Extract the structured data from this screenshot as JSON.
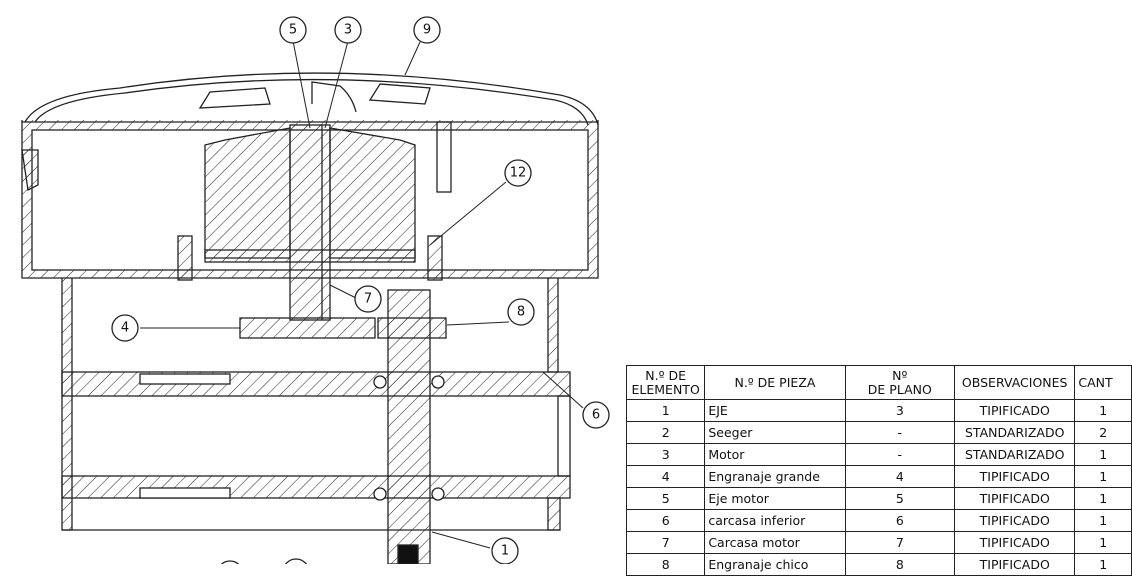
{
  "balloons": {
    "b5": "5",
    "b3": "3",
    "b9": "9",
    "b12": "12",
    "b7": "7",
    "b8": "8",
    "b4": "4",
    "b6": "6",
    "b1": "1"
  },
  "bom": {
    "headers": {
      "element_line1": "N.º DE",
      "element_line2": "ELEMENTO",
      "part": "N.º DE PIEZA",
      "plan_line1": "Nº",
      "plan_line2": "DE PLANO",
      "observations": "OBSERVACIONES",
      "quantity": "CANT"
    },
    "rows": [
      {
        "n": "1",
        "part": "EJE",
        "plan": "3",
        "obs": "TIPIFICADO",
        "qty": "1"
      },
      {
        "n": "2",
        "part": "Seeger",
        "plan": "-",
        "obs": "STANDARIZADO",
        "qty": "2"
      },
      {
        "n": "3",
        "part": "Motor",
        "plan": "-",
        "obs": "STANDARIZADO",
        "qty": "1"
      },
      {
        "n": "4",
        "part": "Engranaje grande",
        "plan": "4",
        "obs": "TIPIFICADO",
        "qty": "1"
      },
      {
        "n": "5",
        "part": "Eje motor",
        "plan": "5",
        "obs": "TIPIFICADO",
        "qty": "1"
      },
      {
        "n": "6",
        "part": "carcasa inferior",
        "plan": "6",
        "obs": "TIPIFICADO",
        "qty": "1"
      },
      {
        "n": "7",
        "part": "Carcasa motor",
        "plan": "7",
        "obs": "TIPIFICADO",
        "qty": "1"
      },
      {
        "n": "8",
        "part": "Engranaje chico",
        "plan": "8",
        "obs": "TIPIFICADO",
        "qty": "1"
      }
    ]
  }
}
